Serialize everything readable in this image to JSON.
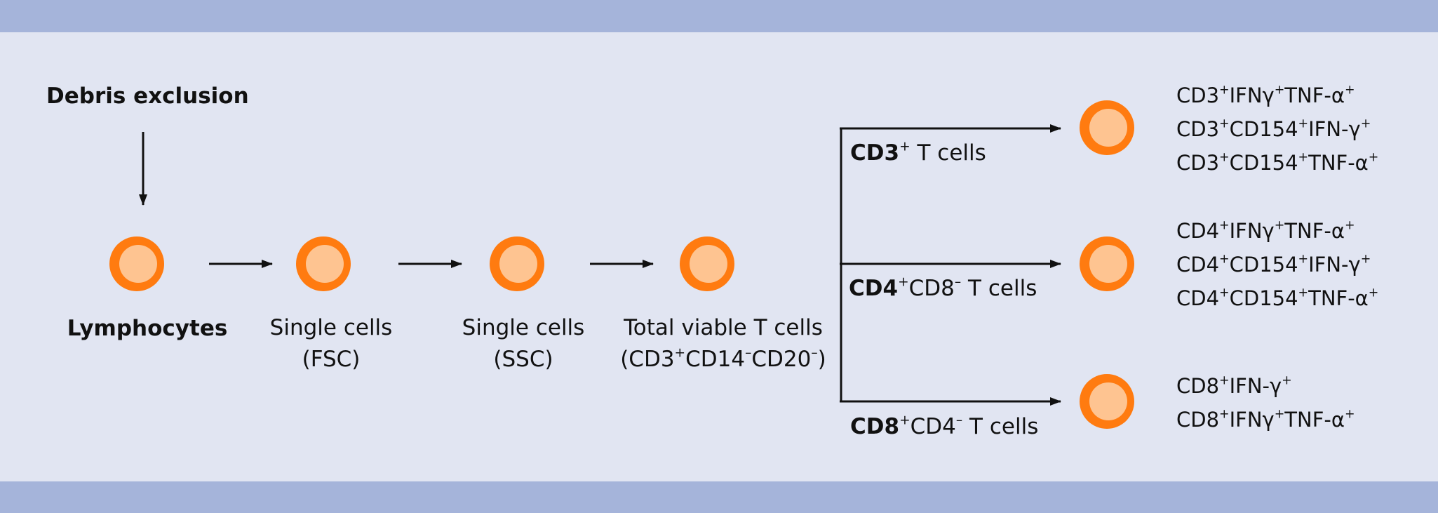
{
  "colors": {
    "background": "#e1e5f2",
    "band": "#a5b4da",
    "cell_outer": "#ff7b10",
    "cell_inner": "#fec491",
    "arrow": "#111111"
  },
  "labels": {
    "debris": "Debris exclusion",
    "lymphocytes": "Lymphocytes",
    "single_fsc_line1": "Single cells",
    "single_fsc_line2": "(FSC)",
    "single_ssc_line1": "Single cells",
    "single_ssc_line2": "(SSC)",
    "viable_line1": "Total viable T cells",
    "viable_line2": {
      "t1": "(CD3",
      "s1": "+",
      "t2": "CD14",
      "s2": "–",
      "t3": "CD20",
      "s3": "–",
      "t4": ")"
    }
  },
  "branches": [
    {
      "bold": "CD3",
      "sup1": "+",
      "rest": " T cells",
      "sup2": "",
      "tail": ""
    },
    {
      "bold": "CD4",
      "sup1": "+",
      "rest": "CD8",
      "sup2": "–",
      "tail": " T cells"
    },
    {
      "bold": "CD8",
      "sup1": "+",
      "rest": "CD4",
      "sup2": "–",
      "tail": " T cells"
    }
  ],
  "outputs": [
    [
      {
        "a": "CD3",
        "as": "+",
        "b": "IFNγ",
        "bs": "+",
        "c": "TNF-α",
        "cs": "+"
      },
      {
        "a": "CD3",
        "as": "+",
        "b": "CD154",
        "bs": "+",
        "c": "IFN-γ",
        "cs": "+"
      },
      {
        "a": "CD3",
        "as": "+",
        "b": "CD154",
        "bs": "+",
        "c": "TNF-α",
        "cs": "+"
      }
    ],
    [
      {
        "a": "CD4",
        "as": "+",
        "b": "IFNγ",
        "bs": "+",
        "c": "TNF-α",
        "cs": "+"
      },
      {
        "a": "CD4",
        "as": "+",
        "b": "CD154",
        "bs": "+",
        "c": "IFN-γ",
        "cs": "+"
      },
      {
        "a": "CD4",
        "as": "+",
        "b": "CD154",
        "bs": "+",
        "c": "TNF-α",
        "cs": "+"
      }
    ],
    [
      {
        "a": "CD8",
        "as": "+",
        "b": "IFN-γ",
        "bs": "+",
        "c": "",
        "cs": ""
      },
      {
        "a": "CD8",
        "as": "+",
        "b": "IFNγ",
        "bs": "+",
        "c": "TNF-α",
        "cs": "+"
      }
    ]
  ]
}
